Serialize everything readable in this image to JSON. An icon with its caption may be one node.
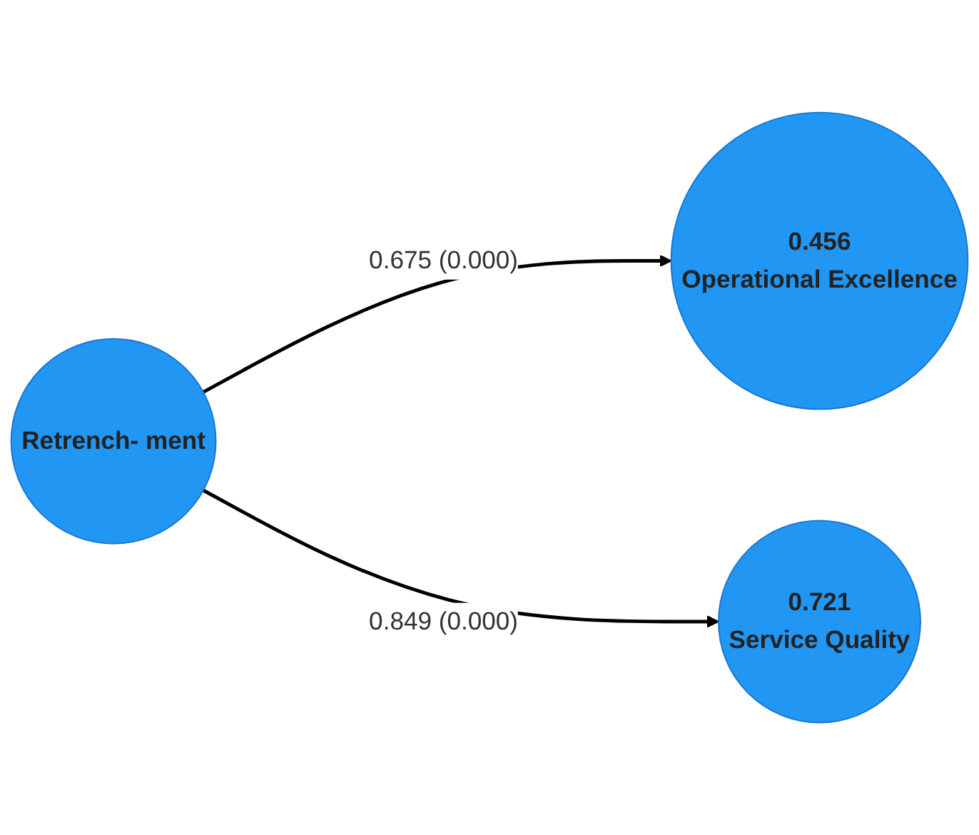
{
  "diagram": {
    "nodes": [
      {
        "text": [
          "Retrench- ment"
        ]
      },
      {
        "text": [
          "0.456",
          "Operational Excellence"
        ]
      },
      {
        "text": [
          "0.721",
          "Service Quality"
        ]
      }
    ],
    "edges": [
      {
        "from": 0,
        "to": 1,
        "arrow": "to",
        "label": "0.675 (0.000)"
      },
      {
        "from": 0,
        "to": 2,
        "arrow": "to",
        "label": "0.849 (0.000)"
      }
    ]
  }
}
